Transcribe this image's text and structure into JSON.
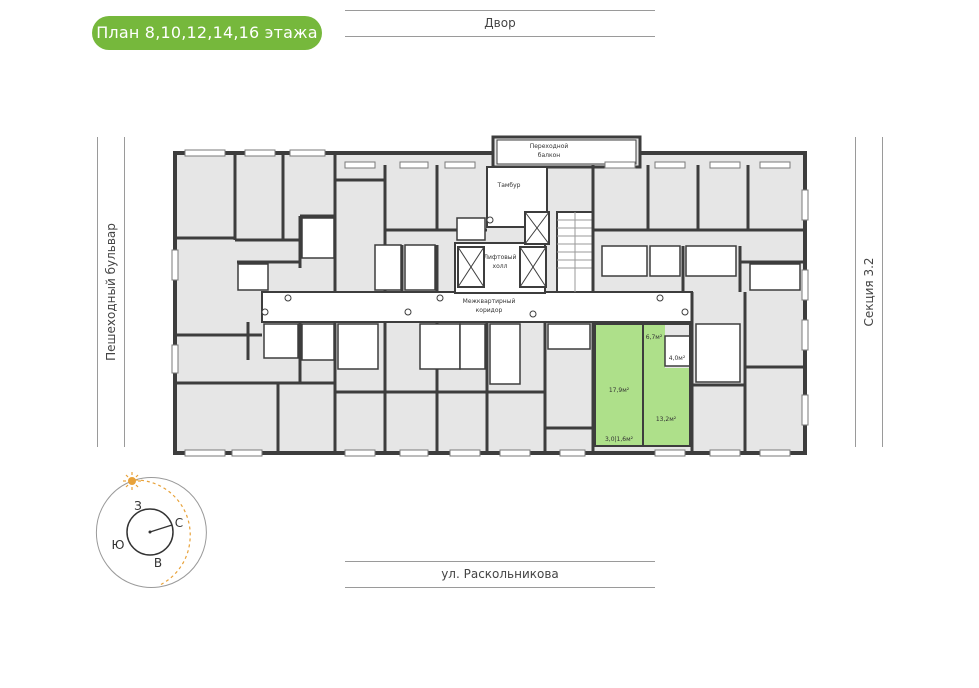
{
  "header": {
    "floor_plan_title": "План 8,10,12,14,16 этажа"
  },
  "streets": {
    "top": "Двор",
    "bottom": "ул. Раскольникова",
    "left": "Пешеходный бульвар",
    "right": "Секция 3.2"
  },
  "common_areas": {
    "passage_balcony": "Переходной балкон",
    "vestibule": "Тамбур",
    "elevator_hall": "Лифтовый холл",
    "corridor": "Межквартирный коридор"
  },
  "highlighted_apartment": {
    "color": "#aee08a",
    "rooms": {
      "room_a": "17,9м²",
      "room_b": "13,2м²",
      "kitchen": "6,7м²",
      "bath": "4,0м²",
      "balcony": "3,0|1,6м²"
    }
  },
  "compass": {
    "north": "С",
    "south": "Ю",
    "east": "В",
    "west": "З"
  },
  "colors": {
    "accent": "#76b83c",
    "walls": "#3d3d3d",
    "rooms": "#e6e6e6",
    "sun": "#e8a23a"
  }
}
